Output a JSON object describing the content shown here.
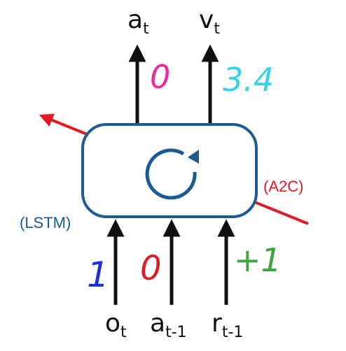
{
  "outputs": {
    "action": {
      "base": "a",
      "sub": "t",
      "value": "0"
    },
    "value": {
      "base": "v",
      "sub": "t",
      "value": "3.4"
    }
  },
  "inputs": {
    "observation": {
      "base": "o",
      "sub": "t",
      "value": "1"
    },
    "prev_action": {
      "base": "a",
      "sub": "t-1",
      "value": "0"
    },
    "prev_reward": {
      "base": "r",
      "sub": "t-1",
      "value": "+1"
    }
  },
  "labels": {
    "lstm": "(LSTM)",
    "a2c": "(A2C)"
  },
  "colors": {
    "box": "#1b5a92",
    "lstm_label": "#1b5a92",
    "a2c": "#e01b24",
    "action_value": "#ee2a9a",
    "value_value": "#37d1e6",
    "obs_value": "#1f2fd9",
    "prev_action_value": "#e01b24",
    "reward_value": "#3ba43b"
  },
  "icons": [
    "recurrent-loop-icon"
  ]
}
